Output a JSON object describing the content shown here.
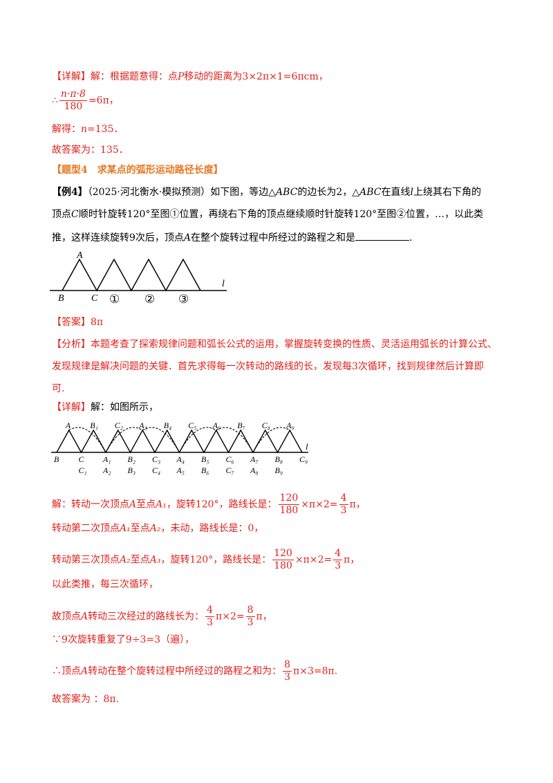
{
  "xiangjie_label": "【详解】",
  "line1": {
    "text_a": "解：根据题意得：点",
    "var_p": "P",
    "text_b": "移动的距离为3×2π×1=6πcm，"
  },
  "line2": {
    "prefix": "∴",
    "num": "n·π·8",
    "den": "180",
    "suffix": "=6π，"
  },
  "line3": {
    "text_a": "解得：",
    "var": "n",
    "text_b": "=135．"
  },
  "line4": {
    "text": "故答案为：135．"
  },
  "heading": {
    "text": "【题型4　求某点的弧形运动路径长度】"
  },
  "example": {
    "label": "【例4】",
    "line1_a": "（2025·河北衡水·模拟预测）如下图，等边△",
    "abc1": "ABC",
    "line1_b": "的边长为2，△",
    "abc2": "ABC",
    "line1_c": "在直线",
    "l": "l",
    "line1_d": "上绕其右下角的",
    "line2_a": "顶点",
    "c": "C",
    "line2_b": "顺时针旋转120°至图①位置，再绕右下角的顶点继续顺时针旋转120°至图②位置，…，以此类",
    "line3_a": "推，这样连续旋转9次后，顶点",
    "a": "A",
    "line3_b": "在整个旋转过程中所经过的路程之和是",
    "line3_c": "."
  },
  "fig1": {
    "A": "A",
    "B": "B",
    "C": "C",
    "l": "l",
    "c1": "①",
    "c2": "②",
    "c3": "③"
  },
  "answer": {
    "label": "【答案】",
    "value": "8π"
  },
  "analysis": {
    "label": "【分析】",
    "line1": "本题考查了探索规律问题和弧长公式的运用，掌握旋转变换的性质、灵活运用弧长的计算公式、",
    "line2": "发现规律是解决问题的关键．首先求得每一次转动的路线的长，发现每3次循环，找到规律然后计算即",
    "line3": "可."
  },
  "detail2": {
    "text": "解：如图所示，"
  },
  "fig2": {
    "top": [
      "A",
      "B₁",
      "C₂",
      "A₃",
      "B₄",
      "C₅",
      "A₆",
      "B₇",
      "C₈",
      "A₉"
    ],
    "row1": [
      "B",
      "C",
      "A₁",
      "B₂",
      "C₃",
      "A₄",
      "B₅",
      "C₆",
      "A₇",
      "B₈",
      "C₉"
    ],
    "row2": [
      "C₁",
      "A₂",
      "B₃",
      "C₄",
      "A₅",
      "B₆",
      "C₇",
      "A₈",
      "B₉"
    ],
    "l": "l"
  },
  "step1": {
    "text_a": "解：转动一次顶点",
    "a": "A",
    "text_b": "至点",
    "a1": "A₁",
    "text_c": "，旋转120°，路线长是：",
    "num": "120",
    "den": "180",
    "mid": "×π×2=",
    "num2": "4",
    "den2": "3",
    "end": "π，"
  },
  "step2": {
    "text_a": "转动第二次顶点",
    "a1": "A₁",
    "text_b": "至点",
    "a2": "A₂",
    "text_c": "，未动，路线长是：0，"
  },
  "step3": {
    "text_a": "转动第三次顶点",
    "a2": "A₂",
    "text_b": "至点",
    "a3": "A₃",
    "text_c": "，旋转120°，路线长是：",
    "num": "120",
    "den": "180",
    "mid": "×π×2=",
    "num2": "4",
    "den2": "3",
    "end": "π，"
  },
  "step4": {
    "text": "以此类推，每三次循环，"
  },
  "step5": {
    "text_a": "故顶点",
    "a": "A",
    "text_b": "转动三次经过的路线长为：",
    "num": "4",
    "den": "3",
    "mid": "π×2=",
    "num2": "8",
    "den2": "3",
    "end": "π，"
  },
  "step6": {
    "text": "∵9次旋转重复了9÷3=3（遍），"
  },
  "step7": {
    "text_a": "∴顶点",
    "a": "A",
    "text_b": "转动在整个旋转过程中所经过的路程之和为：",
    "num": "8",
    "den": "3",
    "end": "π×3=8π."
  },
  "final": {
    "text": "故答案为 ：8π."
  }
}
